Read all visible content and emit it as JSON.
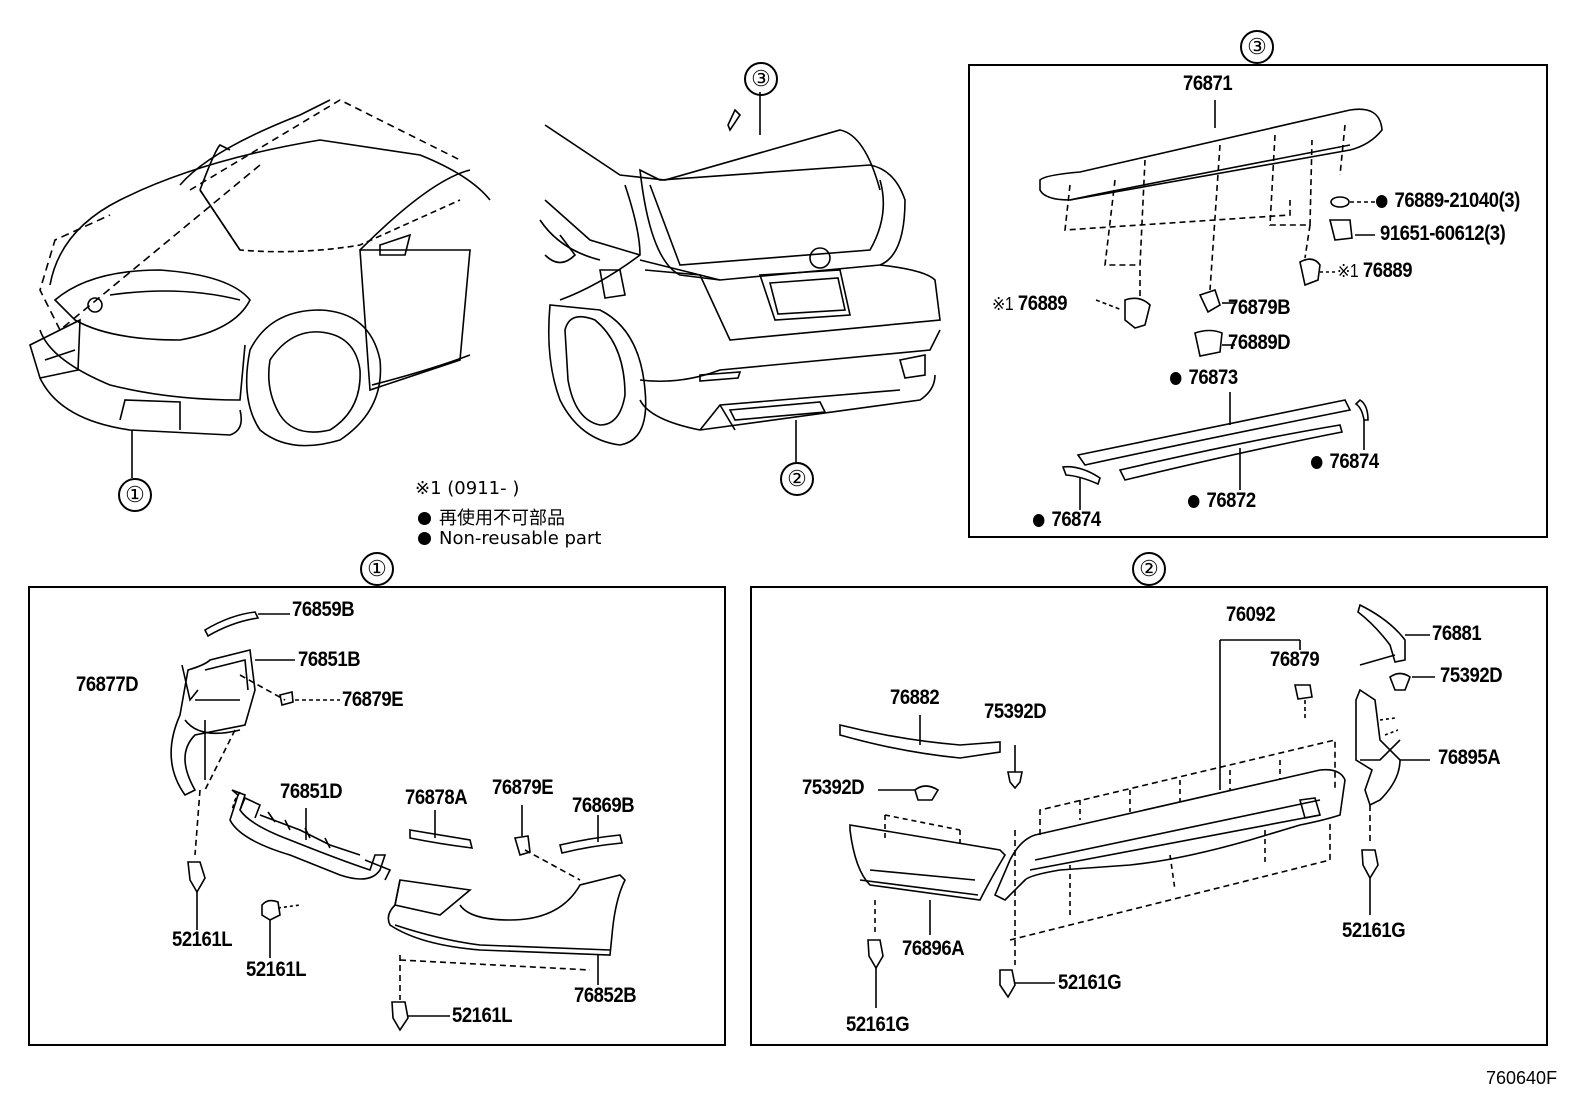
{
  "callouts": {
    "one": "①",
    "two": "②",
    "three": "③"
  },
  "legend": {
    "note_prefix": "※1",
    "note_range": "(0911-        )",
    "jp": "再使用不可部品",
    "en": "Non-reusable part"
  },
  "drawing_code": "760640F",
  "box3_parts": {
    "p76871": "76871",
    "p76889_21040": "76889-21040(3)",
    "p91651": "91651-60612(3)",
    "p76889_r": "76889",
    "p76889_l": "76889",
    "p76879b": "76879B",
    "p76889d": "76889D",
    "p76873": "76873",
    "p76874_r": "76874",
    "p76872": "76872",
    "p76874_l": "76874",
    "mark": "※1"
  },
  "box1_parts": {
    "p76859b": "76859B",
    "p76851b": "76851B",
    "p76877d": "76877D",
    "p76879e_a": "76879E",
    "p76851d": "76851D",
    "p76878a": "76878A",
    "p76879e_b": "76879E",
    "p76869b": "76869B",
    "p52161l_a": "52161L",
    "p52161l_b": "52161L",
    "p76852b": "76852B",
    "p52161l_c": "52161L"
  },
  "box2_parts": {
    "p76092": "76092",
    "p76881": "76881",
    "p76879": "76879",
    "p75392d_a": "75392D",
    "p76882": "76882",
    "p75392d_b": "75392D",
    "p75392d_c": "75392D",
    "p76895a": "76895A",
    "p52161g_a": "52161G",
    "p76896a": "76896A",
    "p52161g_b": "52161G",
    "p52161g_c": "52161G"
  }
}
